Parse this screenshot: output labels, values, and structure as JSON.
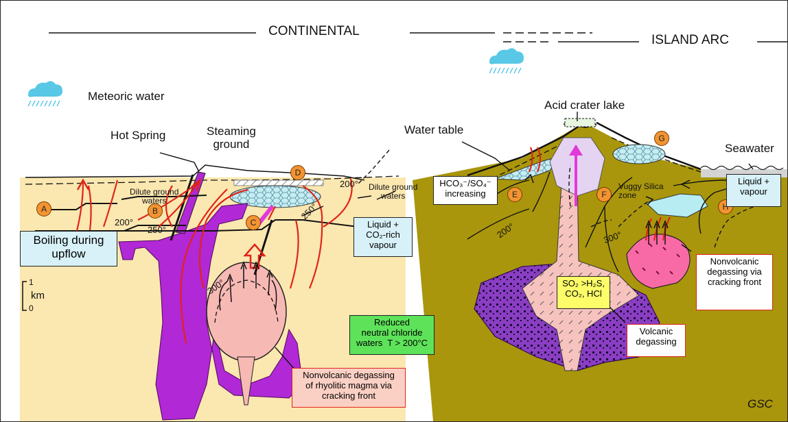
{
  "header": {
    "continental": "CONTINENTAL",
    "island_arc": "ISLAND ARC"
  },
  "labels": {
    "meteoric_water": "Meteoric water",
    "hot_spring": "Hot Spring",
    "steaming_ground": "Steaming\nground",
    "water_table": "Water table",
    "acid_crater_lake": "Acid crater lake",
    "seawater": "Seawater",
    "dilute_ground_waters_left": "Dilute ground\nwaters",
    "dilute_ground_waters_right": "Dilute ground\nwaters",
    "vuggy_silica": "Vuggy Silica\nzone",
    "scale_top": "1",
    "scale_unit": "km",
    "scale_bottom": "0",
    "credit": "GSC"
  },
  "markers": [
    "A",
    "B",
    "C",
    "D",
    "E",
    "F",
    "G",
    "H"
  ],
  "temperatures": {
    "t200_left": "200°",
    "t250_left": "250°",
    "t200_mid": "200°",
    "t250_mid": "250°",
    "t300_left": "300°",
    "t200_right": "200°",
    "t300_right": "300°"
  },
  "boxes": {
    "boiling": "Boiling during\nupflow",
    "liquid_co2": "Liquid +\nCO₂-rich\nvapour",
    "reduced": "Reduced\nneutral chloride\nwaters  T > 200°C",
    "nonvolcanic_rhyolitic": "Nonvolcanic degassing\nof rhyolitic magma via\ncracking front",
    "hco3": "HCO₃⁻/SO₄⁻\nincreasing",
    "so2": "SO₂ >H₂S,\nCO₂, HCl",
    "volcanic": "Volcanic\ndegassing",
    "liquid_vapour": "Liquid +\nvapour",
    "nonvolcanic_front": "Nonvolcanic\ndegassing via\ncracking front"
  },
  "colors": {
    "continental_ground": "#fbe7b0",
    "arc_ground": "#a9960c",
    "magma": "#b128d6",
    "pink_magma": "#f7b9b4",
    "volcanic_purple": "#8a3ec2",
    "fluid": "#e0241a",
    "cyan_zone": "#c7ecf2"
  }
}
